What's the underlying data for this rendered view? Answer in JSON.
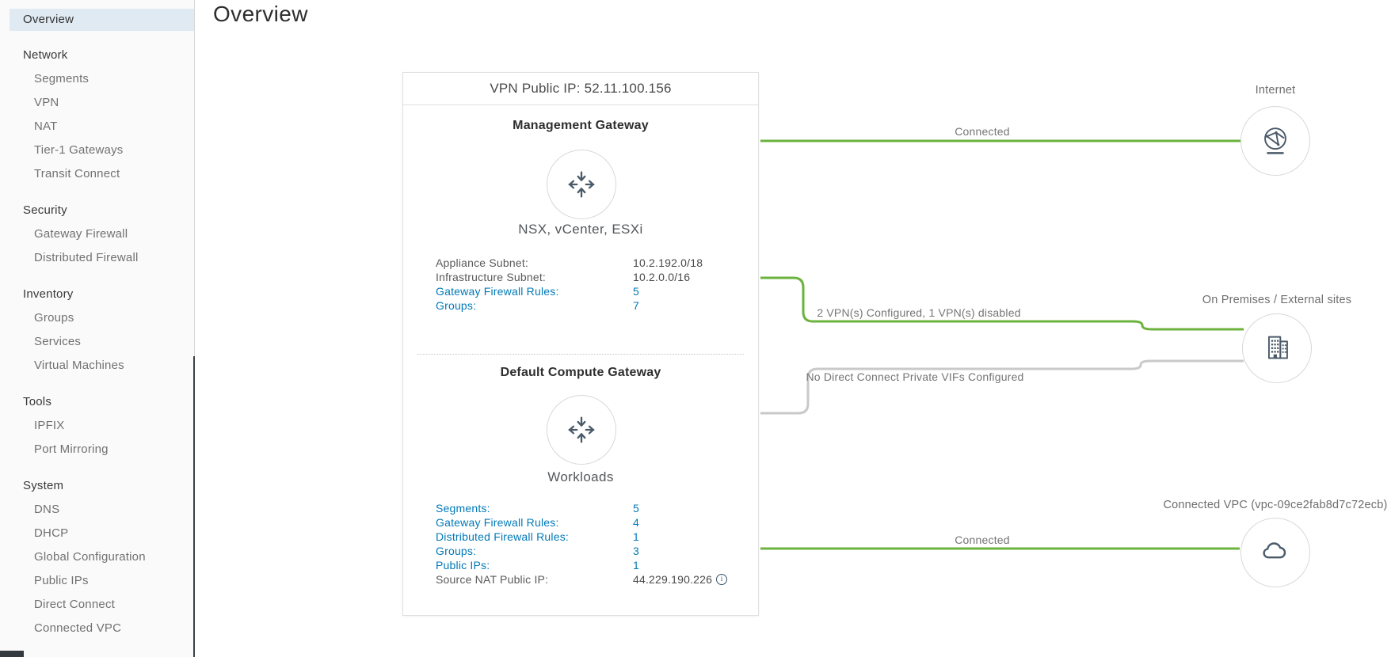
{
  "page": {
    "title": "Overview"
  },
  "sidebar": {
    "items": [
      {
        "label": "Overview",
        "kind": "item",
        "indent": 0,
        "selected": true
      },
      {
        "label": "Network",
        "kind": "header"
      },
      {
        "label": "Segments",
        "kind": "item",
        "indent": 1
      },
      {
        "label": "VPN",
        "kind": "item",
        "indent": 1
      },
      {
        "label": "NAT",
        "kind": "item",
        "indent": 1
      },
      {
        "label": "Tier-1 Gateways",
        "kind": "item",
        "indent": 1
      },
      {
        "label": "Transit Connect",
        "kind": "item",
        "indent": 1
      },
      {
        "label": "Security",
        "kind": "header"
      },
      {
        "label": "Gateway Firewall",
        "kind": "item",
        "indent": 1
      },
      {
        "label": "Distributed Firewall",
        "kind": "item",
        "indent": 1
      },
      {
        "label": "Inventory",
        "kind": "header"
      },
      {
        "label": "Groups",
        "kind": "item",
        "indent": 1
      },
      {
        "label": "Services",
        "kind": "item",
        "indent": 1
      },
      {
        "label": "Virtual Machines",
        "kind": "item",
        "indent": 1
      },
      {
        "label": "Tools",
        "kind": "header"
      },
      {
        "label": "IPFIX",
        "kind": "item",
        "indent": 1
      },
      {
        "label": "Port Mirroring",
        "kind": "item",
        "indent": 1
      },
      {
        "label": "System",
        "kind": "header"
      },
      {
        "label": "DNS",
        "kind": "item",
        "indent": 1
      },
      {
        "label": "DHCP",
        "kind": "item",
        "indent": 1
      },
      {
        "label": "Global Configuration",
        "kind": "item",
        "indent": 1
      },
      {
        "label": "Public IPs",
        "kind": "item",
        "indent": 1
      },
      {
        "label": "Direct Connect",
        "kind": "item",
        "indent": 1
      },
      {
        "label": "Connected VPC",
        "kind": "item",
        "indent": 1
      }
    ]
  },
  "card": {
    "header": "VPN Public IP: 52.11.100.156",
    "management_gateway": {
      "title": "Management Gateway",
      "subtitle": "NSX, vCenter, ESXi",
      "rows": [
        {
          "label": "Appliance Subnet:",
          "value": "10.2.192.0/18",
          "link": false
        },
        {
          "label": "Infrastructure Subnet:",
          "value": "10.2.0.0/16",
          "link": false
        },
        {
          "label": "Gateway Firewall Rules:",
          "value": "5",
          "link": true
        },
        {
          "label": "Groups:",
          "value": "7",
          "link": true
        }
      ]
    },
    "compute_gateway": {
      "title": "Default Compute Gateway",
      "subtitle": "Workloads",
      "rows": [
        {
          "label": "Segments:",
          "value": "5",
          "link": true
        },
        {
          "label": "Gateway Firewall Rules:",
          "value": "4",
          "link": true
        },
        {
          "label": "Distributed Firewall Rules:",
          "value": "1",
          "link": true
        },
        {
          "label": "Groups:",
          "value": "3",
          "link": true
        },
        {
          "label": "Public IPs:",
          "value": "1",
          "link": true
        },
        {
          "label": "Source NAT Public IP:",
          "value": "44.229.190.226",
          "link": false,
          "info": true
        }
      ]
    }
  },
  "diagram": {
    "nodes": [
      {
        "id": "internet",
        "label": "Internet",
        "icon": "globe-icon"
      },
      {
        "id": "on-premises",
        "label": "On Premises / External sites",
        "icon": "building-icon"
      },
      {
        "id": "connected-vpc",
        "label": "Connected VPC (vpc-09ce2fab8d7c72ecb)",
        "icon": "cloud-icon"
      }
    ],
    "links": [
      {
        "label": "Connected",
        "status": "connected"
      },
      {
        "label": "2 VPN(s) Configured, 1 VPN(s) disabled",
        "status": "connected"
      },
      {
        "label": "No Direct Connect Private VIFs Configured",
        "status": "not-configured"
      },
      {
        "label": "Connected",
        "status": "connected"
      }
    ],
    "colors": {
      "connected": "#6cb33e",
      "not_configured": "#c9c9c9",
      "link_blue": "#0079b8"
    }
  }
}
